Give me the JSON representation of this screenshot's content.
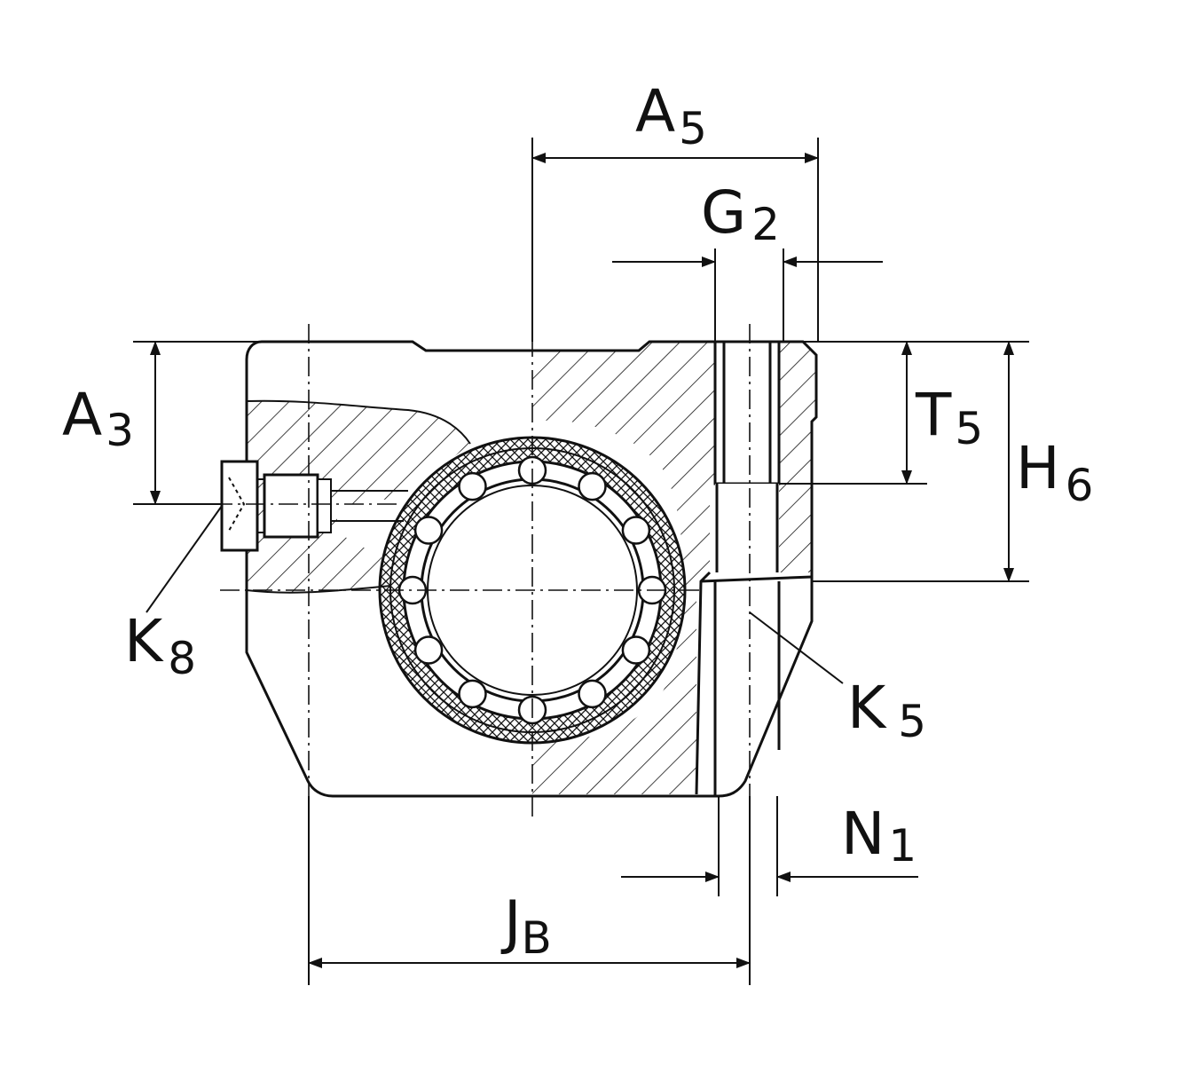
{
  "dimensions": {
    "A5": {
      "main": "A",
      "sub": "5"
    },
    "G2": {
      "main": "G",
      "sub": "2"
    },
    "A3": {
      "main": "A",
      "sub": "3"
    },
    "T5": {
      "main": "T",
      "sub": "5"
    },
    "H6": {
      "main": "H",
      "sub": "6"
    },
    "K8": {
      "main": "K",
      "sub": "8"
    },
    "K5": {
      "main": "K",
      "sub": "5"
    },
    "N1": {
      "main": "N",
      "sub": "1"
    },
    "JB": {
      "main": "J",
      "sub": "B"
    }
  },
  "colors": {
    "ink": "#111111",
    "background": "#ffffff"
  }
}
